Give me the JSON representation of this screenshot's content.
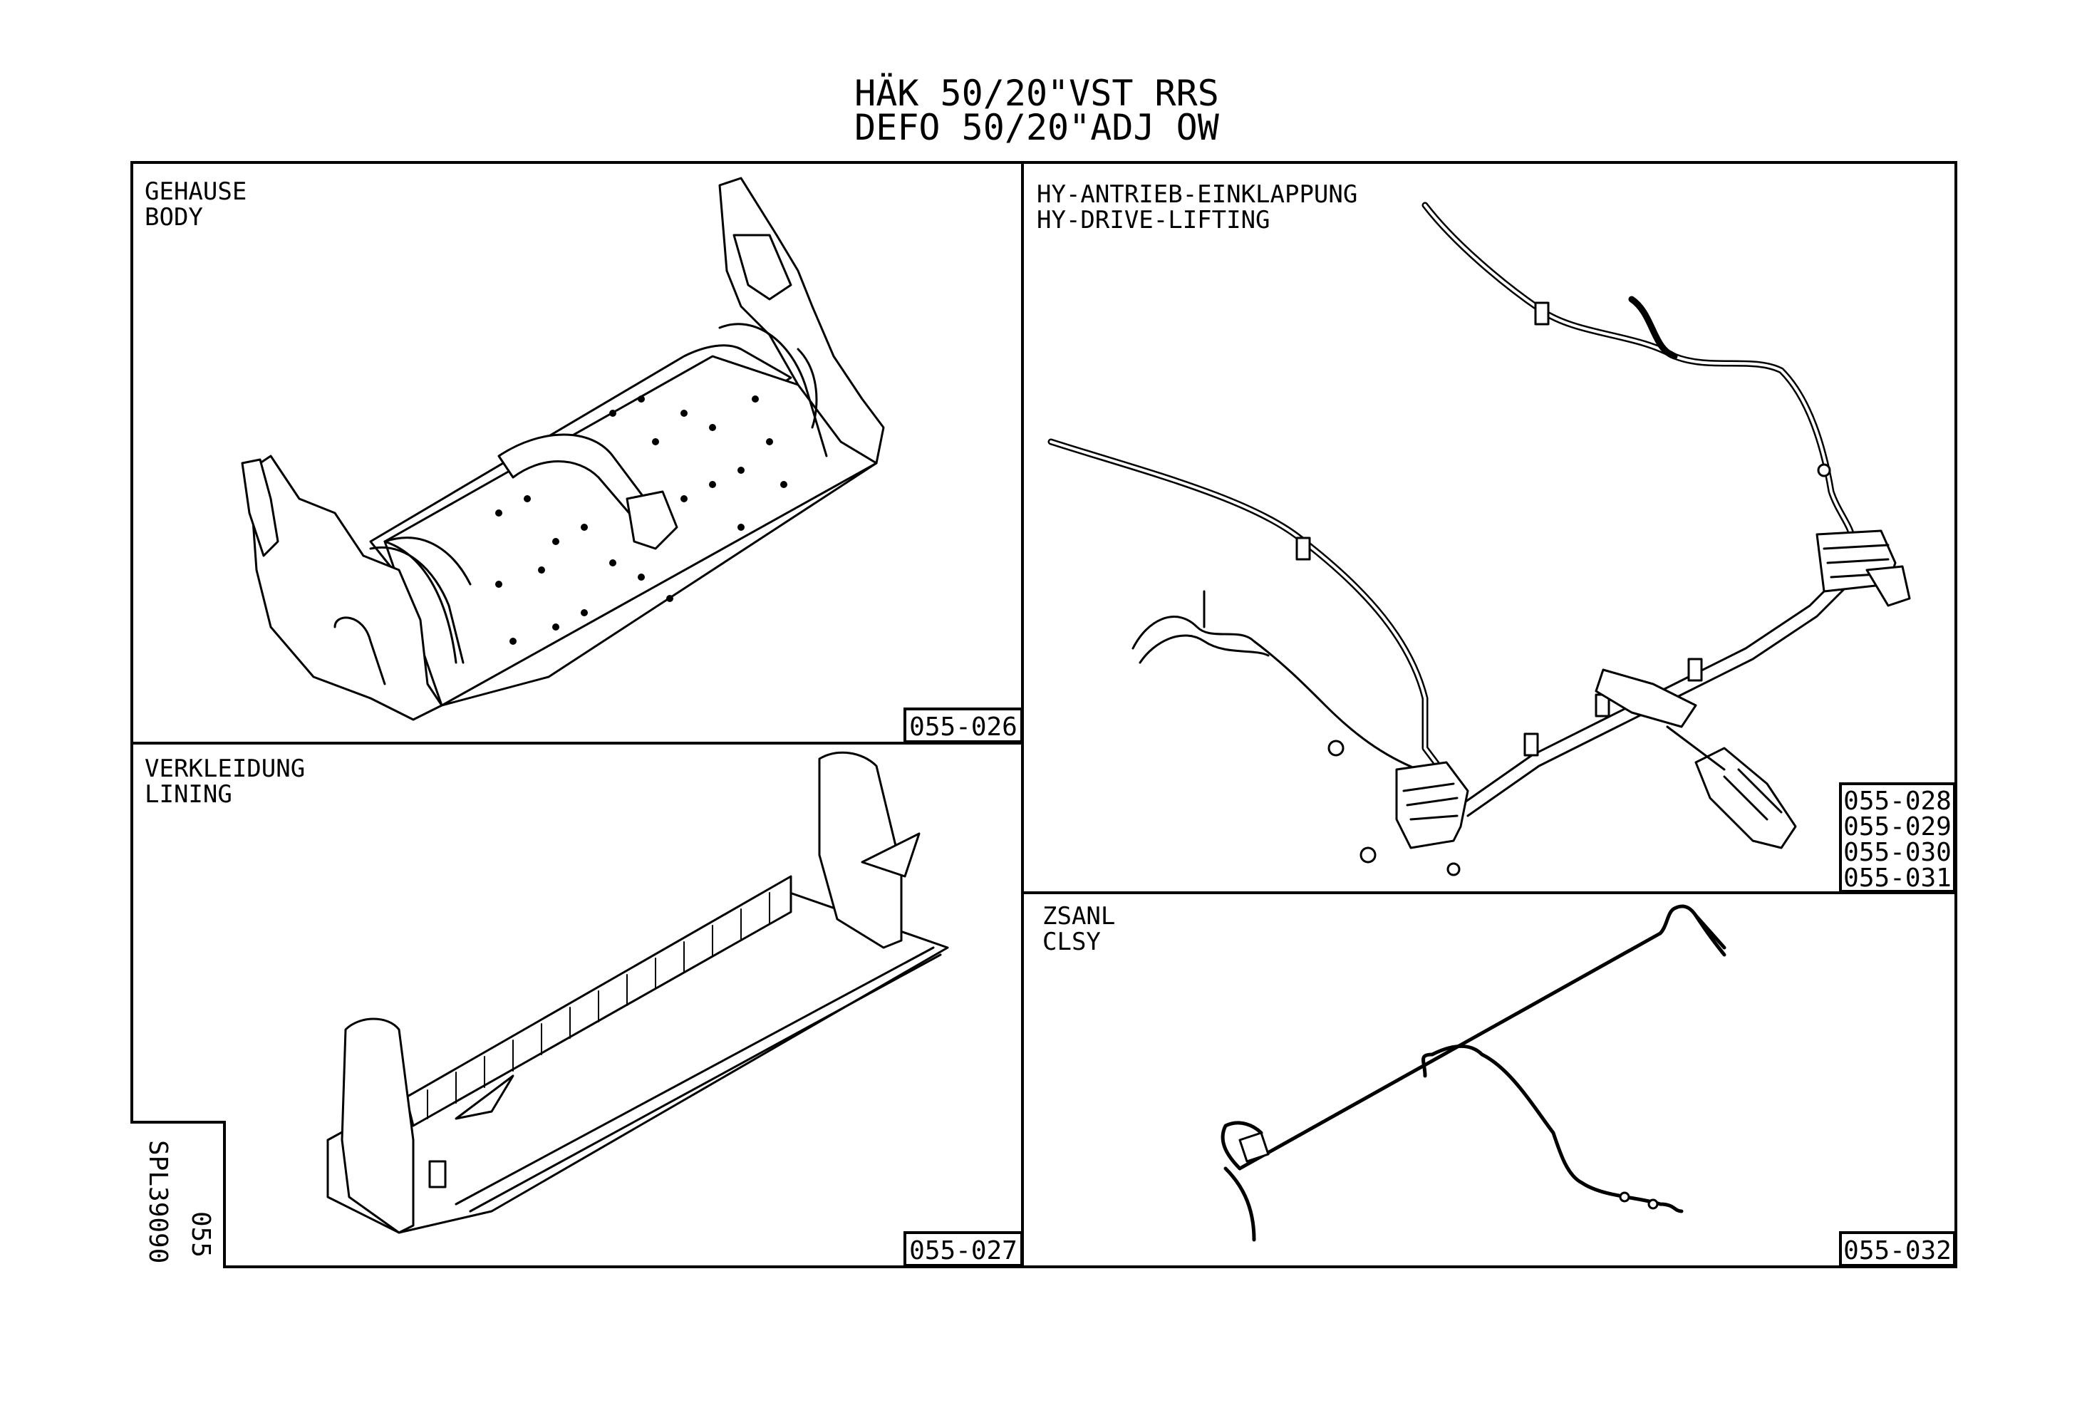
{
  "sheet": {
    "title_line1": "HÄK 50/20\"VST RRS",
    "title_line2": "DEFO 50/20\"ADJ OW",
    "drawing_number": "SPL39090",
    "group_number": "055"
  },
  "panels": [
    {
      "id": "body",
      "label_de": "GEHAUSE",
      "label_en": "BODY",
      "refs": [
        "055-026"
      ]
    },
    {
      "id": "hydraulic",
      "label_de": "HY-ANTRIEB-EINKLAPPUNG",
      "label_en": "HY-DRIVE-LIFTING",
      "refs": [
        "055-028",
        "055-029",
        "055-030",
        "055-031"
      ]
    },
    {
      "id": "lining",
      "label_de": "VERKLEIDUNG",
      "label_en": "LINING",
      "refs": [
        "055-027"
      ]
    },
    {
      "id": "clsy",
      "label_de": "ZSANL",
      "label_en": "CLSY",
      "refs": [
        "055-032"
      ]
    }
  ],
  "colors": {
    "ink": "#000000",
    "paper": "#ffffff"
  }
}
